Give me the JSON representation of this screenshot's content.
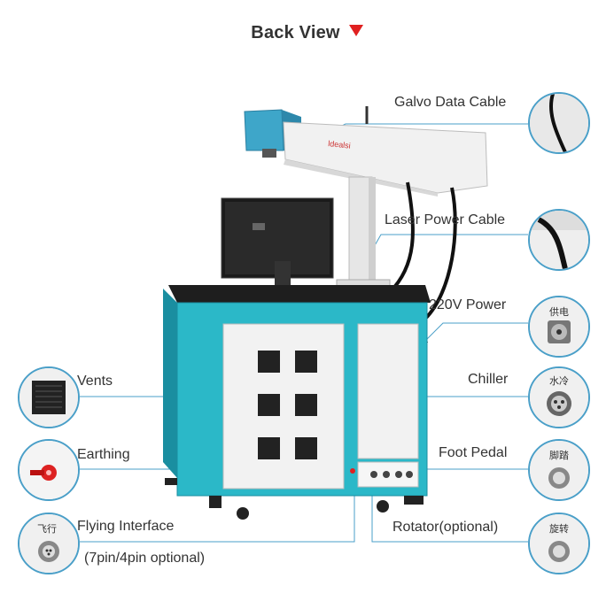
{
  "header": {
    "title": "Back View",
    "marker_icon": "red-down-triangle-icon"
  },
  "labels": {
    "galvo_data_cable": "Galvo Data Cable",
    "laser_power_cable": "Laser Power Cable",
    "power_220v": "220V Power",
    "chiller": "Chiller",
    "foot_pedal": "Foot Pedal",
    "rotator": "Rotator(optional)",
    "vents": "Vents",
    "earthing": "Earthing",
    "flying_interface": "Flying Interface",
    "flying_interface_note": "(7pin/4pin optional)"
  },
  "detail_badges": {
    "power": "供电",
    "chiller": "水冷",
    "foot_pedal": "脚踏",
    "rotator": "旋转",
    "flying": "飞行"
  },
  "machine": {
    "brand": "ldealsi"
  },
  "colors": {
    "cabinet": "#2bb8c8",
    "cabinet_dark": "#1a8ea0",
    "panel": "#f2f2f2",
    "accent": "#e02020",
    "leader_line": "#4a9fc8",
    "text": "#333333"
  }
}
